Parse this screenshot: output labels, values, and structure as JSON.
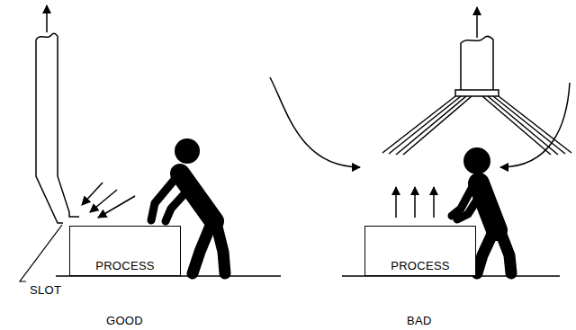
{
  "diagram": {
    "nodes": [
      {
        "text": [
          "PROCESS"
        ]
      },
      {
        "text": [
          "PROCESS"
        ]
      }
    ],
    "labels": [
      "SLOT",
      "GOOD",
      "BAD"
    ]
  }
}
